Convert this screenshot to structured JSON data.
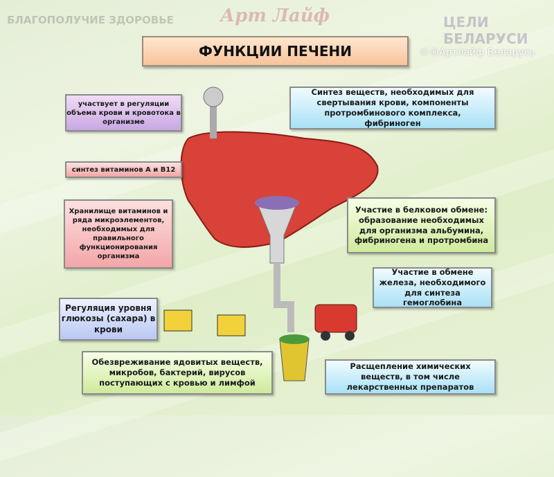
{
  "logos": {
    "left": "БЛАГОПОЛУЧИЕ ЗДОРОВЬЕ",
    "center": "Арт Лайф",
    "right": "ЦЕЛИ БЕЛАРУСИ"
  },
  "title": "ФУНКЦИИ ПЕЧЕНИ",
  "copyright": "©®Артлайф Беларусь",
  "left_boxes": [
    "участвует в регуляции объема крови и кровотока в организме",
    "синтез витаминов А и В12",
    "Хранилище витаминов и ряда микроэлементов, необходимых для правильного функционирования организма",
    "Регуляция уровня глюкозы (сахара) в крови",
    "Обезвреживание ядовитых веществ, микробов, бактерий, вирусов поступающих с кровью и лимфой"
  ],
  "right_boxes": [
    "Синтез веществ, необходимых для свертывания крови, компоненты протромбинового комплекса, фибриноген",
    "Участие в белковом обмене: образование необходимых для организма альбумина, фибриногена и протромбина",
    "Участие в обмене железа, необходимого для синтеза гемоглобина",
    "Расщепление химических веществ, в том числе лекарственных препаратов"
  ]
}
